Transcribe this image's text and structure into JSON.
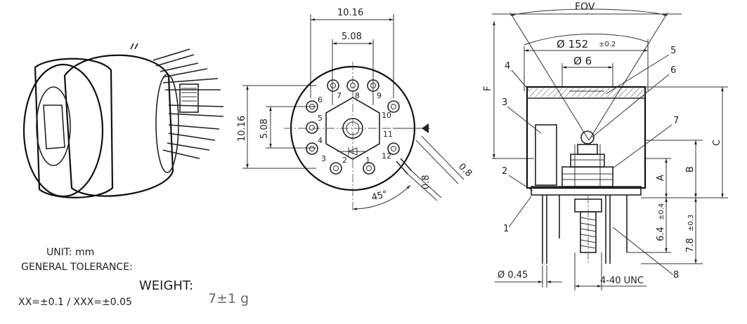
{
  "notes": {
    "unit": "UNIT: mm",
    "general_tolerance": "GENERAL TOLERANCE:",
    "weight_label": "WEIGHT:",
    "weight_value": "7±1 g",
    "tolerance_values": "XX=±0.1 / XXX=±0.05"
  },
  "top_view": {
    "dim_outer_pin_spacing": "10.16",
    "dim_inner_pin_spacing": "5.08",
    "dim_vertical_outer": "10.16",
    "dim_vertical_inner": "5.08",
    "dim_tab_width": "0.8",
    "dim_tab_offset": "0.8",
    "dim_angle": "45°",
    "pin_numbers": [
      "1",
      "2",
      "3",
      "4",
      "5",
      "6",
      "7",
      "8",
      "9",
      "10",
      "11",
      "12"
    ]
  },
  "side_view": {
    "label_fov": "FOV",
    "label_window_dia": "Ø 152",
    "label_window_tol": "±0.2",
    "label_sensor_dia": "Ø 6",
    "label_f": "F",
    "label_a": "A",
    "label_b": "B",
    "label_c": "C",
    "dim_pin_length": "6.4",
    "dim_pin_length_tol": "±0.4",
    "dim_stud_length": "7.8",
    "dim_stud_length_tol": "±0.3",
    "dim_pin_dia": "Ø 0.45",
    "thread_label": "4-40 UNC",
    "callouts": [
      "1",
      "2",
      "3",
      "4",
      "5",
      "6",
      "7",
      "8"
    ]
  },
  "colors": {
    "line": "#222222",
    "fill_light": "#f4f4f4",
    "fill_dark": "#cfcfcf"
  }
}
